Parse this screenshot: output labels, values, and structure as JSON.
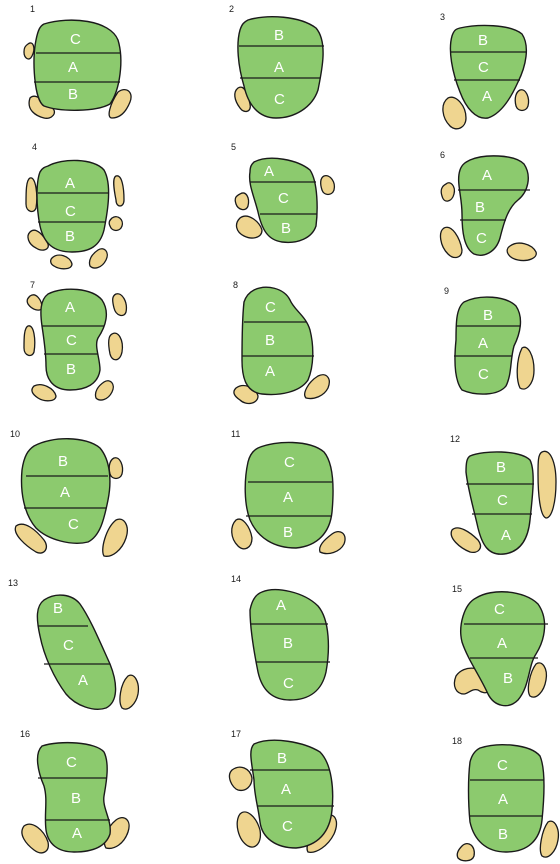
{
  "colors": {
    "main_fill": "#8cca6e",
    "side_fill": "#efd590",
    "stroke": "#1a1a1a",
    "label": "#ffffff"
  },
  "panels": [
    {
      "number": "1",
      "zones": [
        "C",
        "A",
        "B"
      ]
    },
    {
      "number": "2",
      "zones": [
        "B",
        "A",
        "C"
      ]
    },
    {
      "number": "3",
      "zones": [
        "B",
        "C",
        "A"
      ]
    },
    {
      "number": "4",
      "zones": [
        "A",
        "C",
        "B"
      ]
    },
    {
      "number": "5",
      "zones": [
        "A",
        "C",
        "B"
      ]
    },
    {
      "number": "6",
      "zones": [
        "A",
        "B",
        "C"
      ]
    },
    {
      "number": "7",
      "zones": [
        "A",
        "C",
        "B"
      ]
    },
    {
      "number": "8",
      "zones": [
        "C",
        "B",
        "A"
      ]
    },
    {
      "number": "9",
      "zones": [
        "B",
        "A",
        "C"
      ]
    },
    {
      "number": "10",
      "zones": [
        "B",
        "A",
        "C"
      ]
    },
    {
      "number": "11",
      "zones": [
        "C",
        "A",
        "B"
      ]
    },
    {
      "number": "12",
      "zones": [
        "B",
        "C",
        "A"
      ]
    },
    {
      "number": "13",
      "zones": [
        "B",
        "C",
        "A"
      ]
    },
    {
      "number": "14",
      "zones": [
        "A",
        "B",
        "C"
      ]
    },
    {
      "number": "15",
      "zones": [
        "C",
        "A",
        "B"
      ]
    },
    {
      "number": "16",
      "zones": [
        "C",
        "B",
        "A"
      ]
    },
    {
      "number": "17",
      "zones": [
        "B",
        "A",
        "C"
      ]
    },
    {
      "number": "18",
      "zones": [
        "C",
        "A",
        "B"
      ]
    }
  ]
}
